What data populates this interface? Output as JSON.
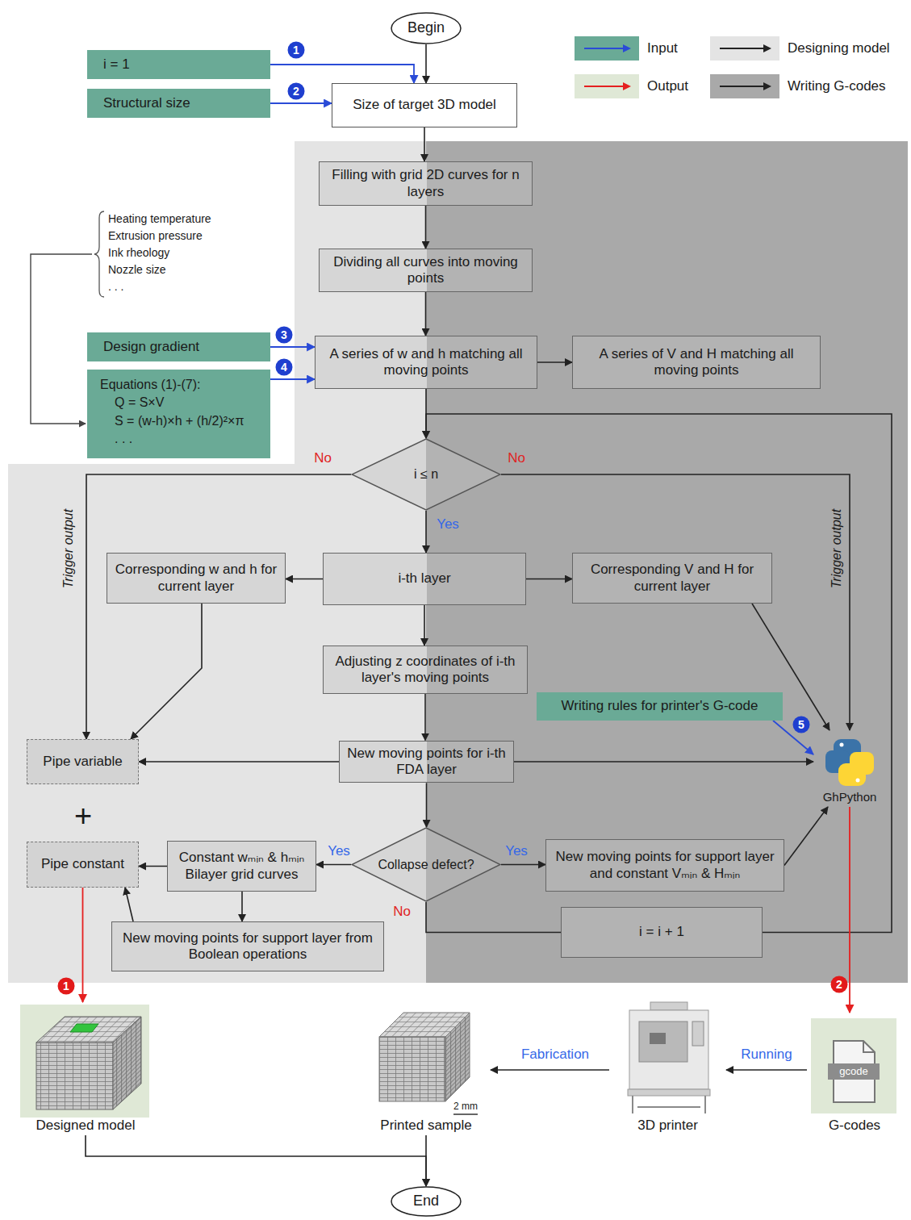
{
  "diagram": {
    "nodes": [
      {
        "text": [
          "Begin"
        ]
      },
      {
        "text": [
          "i = 1"
        ]
      },
      {
        "text": [
          "Structural size"
        ]
      },
      {
        "text": [
          "Size of target 3D model"
        ]
      },
      {
        "text": [
          "Filling with grid 2D curves for n layers"
        ]
      },
      {
        "text": [
          "Dividing all curves into moving points"
        ]
      },
      {
        "text": [
          "Design gradient"
        ]
      },
      {
        "text": [
          "Equations (1)-(7):",
          "Q = S×V",
          "S = (w-h)×h + (h/2)²×π",
          ". . ."
        ]
      },
      {
        "text": [
          "A series of w and h matching all moving points"
        ]
      },
      {
        "text": [
          "A series of V and H matching all moving points"
        ]
      },
      {
        "text": [
          "i ≤ n"
        ]
      },
      {
        "text": [
          "i-th layer"
        ]
      },
      {
        "text": [
          "Corresponding w and h for current layer"
        ]
      },
      {
        "text": [
          "Corresponding V and H for current layer"
        ]
      },
      {
        "text": [
          "Adjusting z coordinates of i-th layer's moving points"
        ]
      },
      {
        "text": [
          "Writing rules for printer's G-code"
        ]
      },
      {
        "text": [
          "Pipe variable"
        ]
      },
      {
        "text": [
          "New moving points for i-th FDA layer"
        ]
      },
      {
        "text": [
          "GhPython"
        ]
      },
      {
        "text": [
          "Pipe constant"
        ]
      },
      {
        "text": [
          "Constant wₘᵢₙ & hₘᵢₙ Bilayer grid curves"
        ]
      },
      {
        "text": [
          "Collapse defect?"
        ]
      },
      {
        "text": [
          "New moving points for support layer and constant Vₘᵢₙ & Hₘᵢₙ"
        ]
      },
      {
        "text": [
          "New moving points for support layer from Boolean operations"
        ]
      },
      {
        "text": [
          "i = i + 1"
        ]
      },
      {
        "text": [
          "Designed model"
        ]
      },
      {
        "text": [
          "Printed sample"
        ]
      },
      {
        "text": [
          "3D printer"
        ]
      },
      {
        "text": [
          "G-codes"
        ]
      },
      {
        "text": [
          "End"
        ]
      }
    ],
    "edges": [
      {
        "from": 0,
        "to": 3,
        "arrow": "to"
      },
      {
        "from": 1,
        "to": 3,
        "arrow": "to"
      },
      {
        "from": 2,
        "to": 3,
        "arrow": "to"
      },
      {
        "from": 3,
        "to": 4,
        "arrow": "to"
      },
      {
        "from": 4,
        "to": 5,
        "arrow": "to"
      },
      {
        "from": 5,
        "to": 8,
        "arrow": "to"
      },
      {
        "from": 6,
        "to": 8,
        "arrow": "to"
      },
      {
        "from": 7,
        "to": 8,
        "arrow": "to"
      },
      {
        "from": 8,
        "to": 9,
        "arrow": "to"
      },
      {
        "from": 8,
        "to": 10,
        "arrow": "to"
      },
      {
        "from": 10,
        "to": 11,
        "label": "Yes",
        "arrow": "to"
      },
      {
        "from": 10,
        "to": 16,
        "label": "No",
        "arrow": "to"
      },
      {
        "from": 10,
        "to": 18,
        "label": "No",
        "arrow": "to"
      },
      {
        "from": 11,
        "to": 12,
        "arrow": "to"
      },
      {
        "from": 11,
        "to": 13,
        "arrow": "to"
      },
      {
        "from": 11,
        "to": 14,
        "arrow": "to"
      },
      {
        "from": 12,
        "to": 16,
        "arrow": "to"
      },
      {
        "from": 13,
        "to": 18,
        "arrow": "to"
      },
      {
        "from": 14,
        "to": 17,
        "arrow": "to"
      },
      {
        "from": 15,
        "to": 18,
        "arrow": "to"
      },
      {
        "from": 17,
        "to": 16,
        "arrow": "to"
      },
      {
        "from": 17,
        "to": 18,
        "arrow": "to"
      },
      {
        "from": 17,
        "to": 21,
        "arrow": "to"
      },
      {
        "from": 21,
        "to": 20,
        "label": "Yes",
        "arrow": "to"
      },
      {
        "from": 21,
        "to": 22,
        "label": "Yes",
        "arrow": "to"
      },
      {
        "from": 21,
        "to": 24,
        "label": "No",
        "arrow": "none"
      },
      {
        "from": 24,
        "to": 10,
        "arrow": "to"
      },
      {
        "from": 20,
        "to": 19,
        "arrow": "to"
      },
      {
        "from": 20,
        "to": 23,
        "arrow": "to"
      },
      {
        "from": 23,
        "to": 19,
        "arrow": "to"
      },
      {
        "from": 22,
        "to": 18,
        "arrow": "to"
      },
      {
        "from": 19,
        "to": 25,
        "arrow": "to"
      },
      {
        "from": 18,
        "to": 28,
        "arrow": "to"
      },
      {
        "from": 28,
        "to": 27,
        "label": "Running",
        "arrow": "to"
      },
      {
        "from": 27,
        "to": 26,
        "label": "Fabrication",
        "arrow": "to"
      },
      {
        "from": 25,
        "to": 29,
        "arrow": "to"
      },
      {
        "from": 26,
        "to": 29,
        "arrow": "to"
      }
    ],
    "labels": [
      "1",
      "2",
      "Heating temperature",
      "Extrusion pressure",
      "Ink rheology",
      "Nozzle size",
      ". . .",
      "3",
      "4",
      "Trigger output",
      "Trigger output",
      "5",
      "+",
      "1",
      "2",
      "2 mm",
      "gcode"
    ],
    "legend": [
      {
        "text": "Input",
        "color": "#6aaa96"
      },
      {
        "text": "Output",
        "color": "#dfe8d6"
      },
      {
        "text": "Designing model",
        "color": "#e4e4e4"
      },
      {
        "text": "Writing G-codes",
        "color": "#a9a9a9"
      }
    ]
  }
}
